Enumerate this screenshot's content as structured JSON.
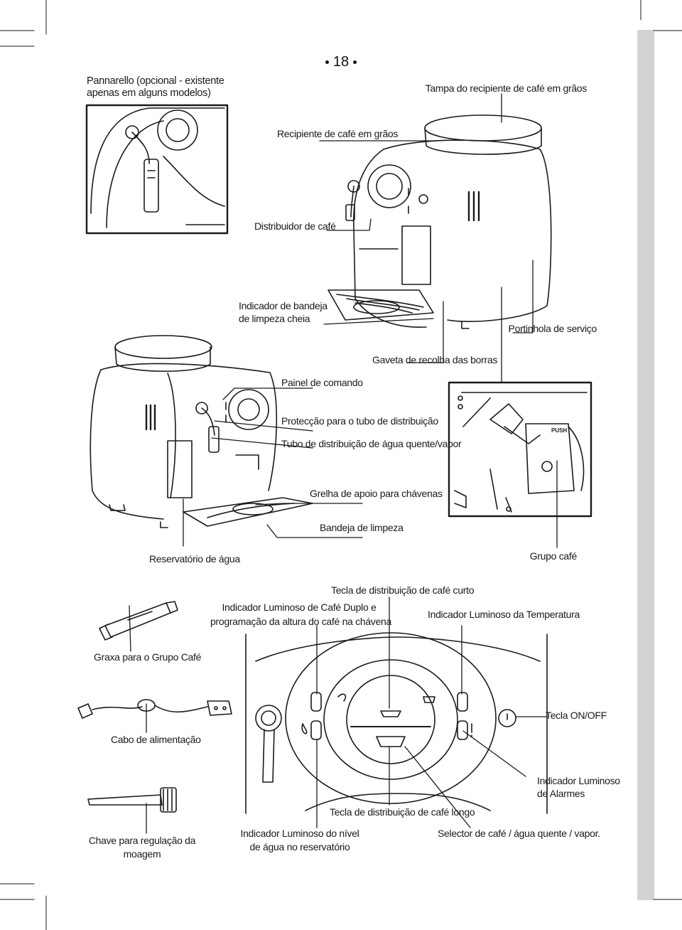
{
  "page": {
    "number": "18"
  },
  "labels": {
    "pannarello_1": "Pannarello (opcional - existente",
    "pannarello_2": "apenas em alguns modelos)",
    "tampa": "Tampa do recipiente de café em grãos",
    "recipiente": "Recipiente de café em grãos",
    "distribuidor": "Distribuidor de café",
    "indicador_bandeja_1": "Indicador de bandeja",
    "indicador_bandeja_2": "de limpeza cheia",
    "portinhola": "Portinhola de serviço",
    "gaveta": "Gaveta de recolha das borras",
    "painel": "Painel de comando",
    "proteccao": "Protecção para o tubo de distribuição",
    "tubo": "Tubo de distribuição de água quente/vapor",
    "grelha": "Grelha de apoio para chávenas",
    "bandeja": "Bandeja de limpeza",
    "reservatorio": "Reservatório de água",
    "grupo": "Grupo café",
    "tecla_curto": "Tecla de distribuição de café curto",
    "duplo_1": "Indicador Luminoso de Café Duplo e",
    "duplo_2": "programação da altura do café na chávena",
    "temperatura": "Indicador Luminoso da Temperatura",
    "graxa": "Graxa para o Grupo Café",
    "onoff": "Tecla ON/OFF",
    "cabo": "Cabo de alimentação",
    "alarmes_1": "Indicador Luminoso",
    "alarmes_2": "de Alarmes",
    "tecla_longo": "Tecla de distribuição de café longo",
    "chave_1": "Chave para regulação da",
    "chave_2": "moagem",
    "nivel_1": "Indicador Luminoso do nível",
    "nivel_2": "de água no reservatório",
    "selector": "Selector de café / água quente / vapor."
  },
  "device_text": {
    "push": "PUSH"
  },
  "icons": [
    "coffee-cup-icon",
    "steam-cup-icon",
    "water-drop-icon",
    "alarm-icon",
    "power-icon",
    "thermometer-icon"
  ]
}
